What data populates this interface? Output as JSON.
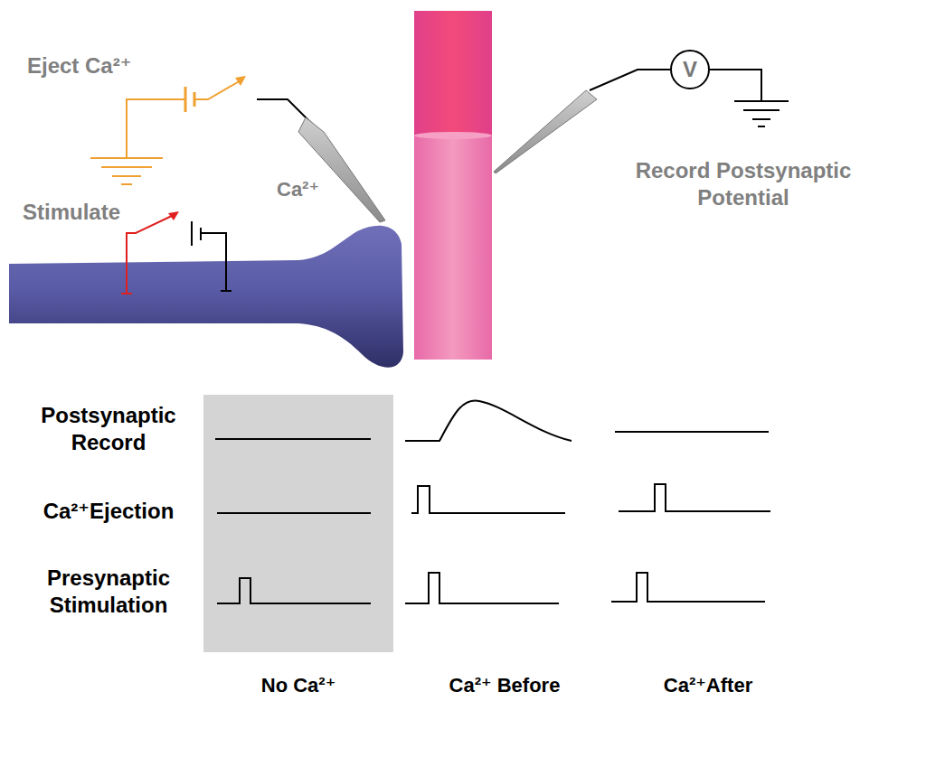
{
  "diagram": {
    "nodes": [
      {
        "text": [
          "V"
        ]
      }
    ],
    "labels": [
      "Eject Ca²⁺",
      "Ca²⁺",
      "Stimulate",
      "Record Postsynaptic Potential",
      "Postsynaptic Record",
      "Ca²⁺Ejection",
      "Presynaptic Stimulation",
      "No Ca²⁺",
      "Ca²⁺ Before",
      "Ca²⁺After"
    ]
  }
}
